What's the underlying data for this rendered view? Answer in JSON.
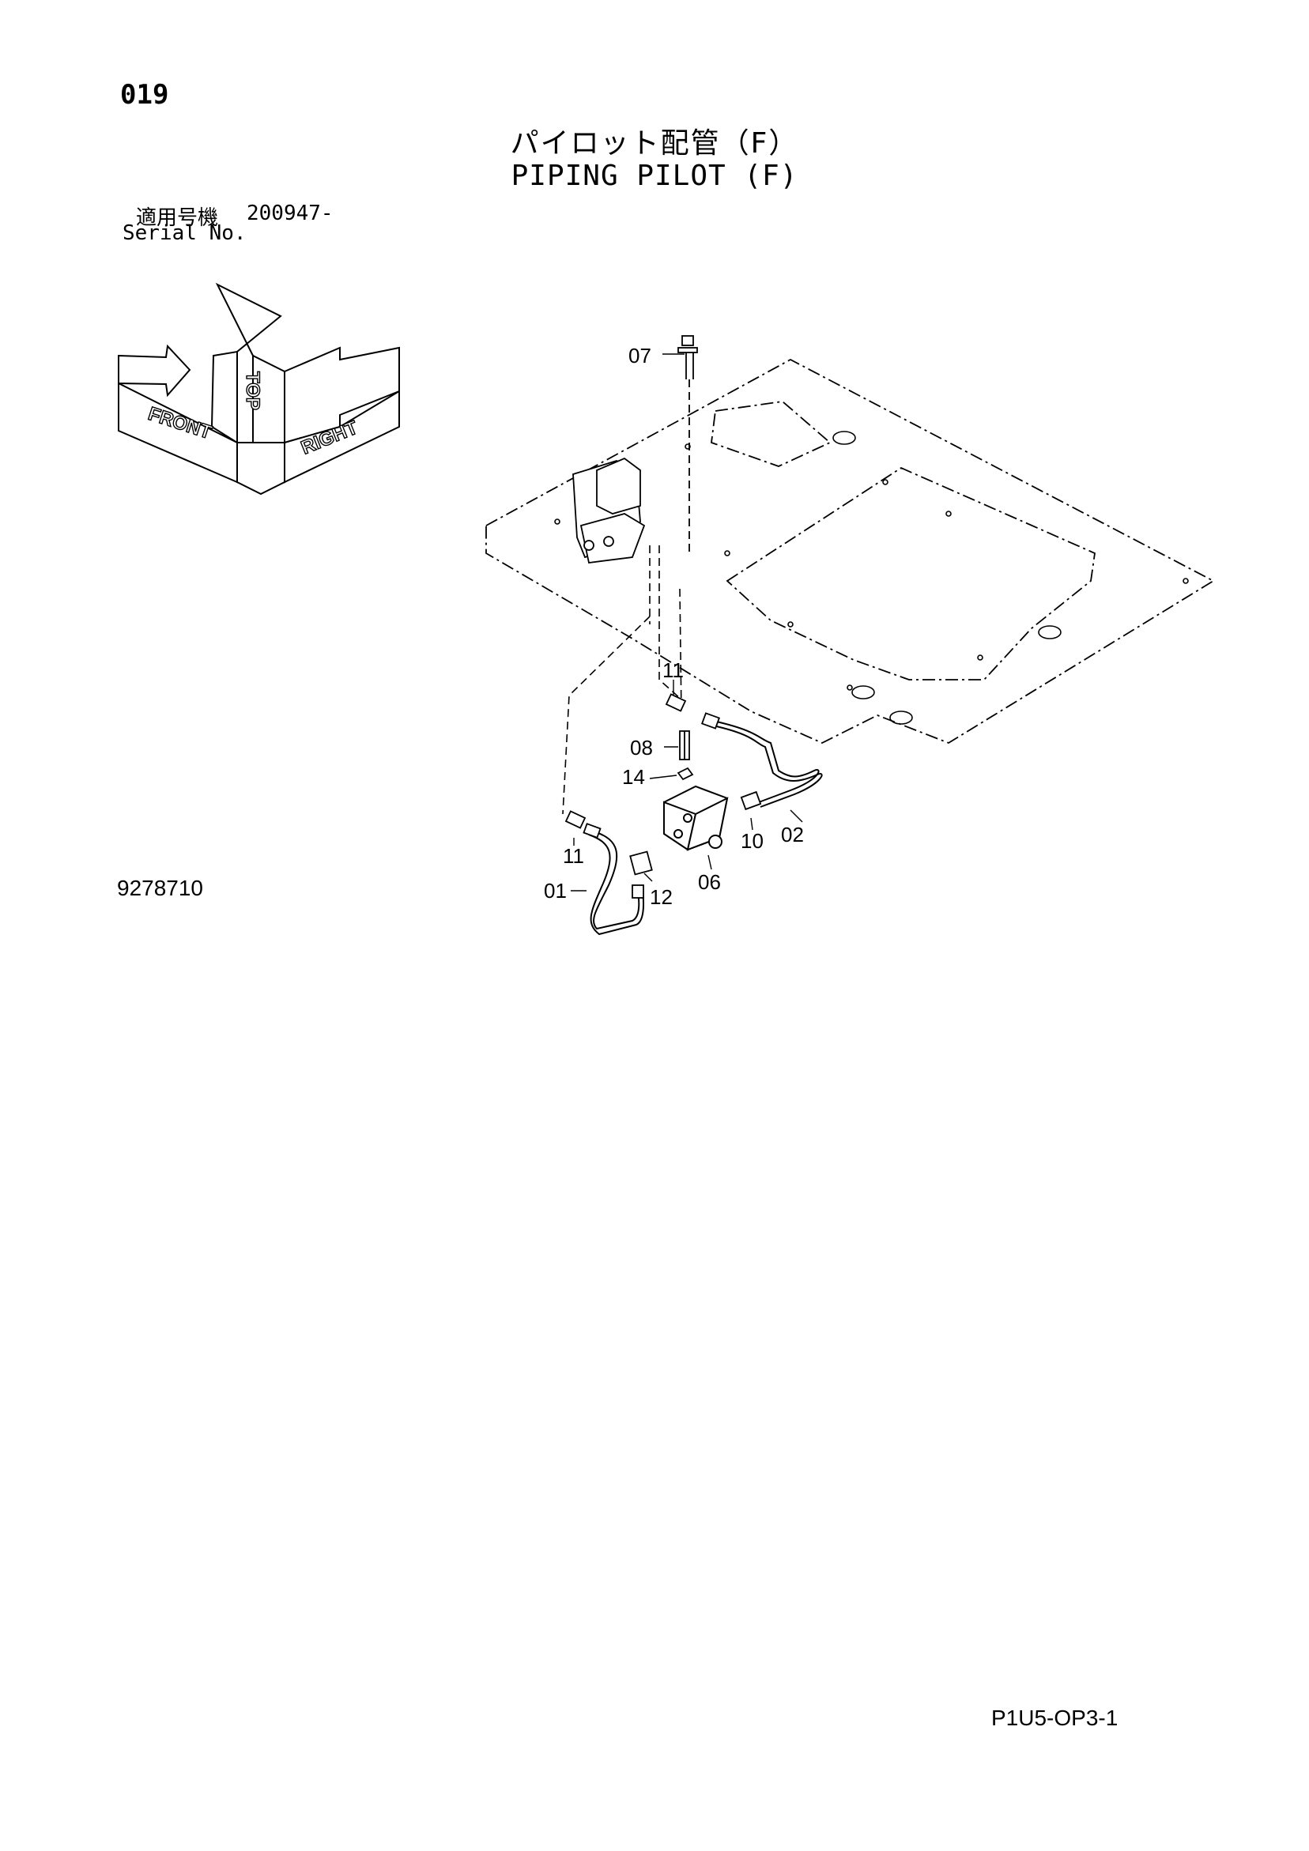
{
  "header": {
    "page_number": "019",
    "title_jp": "パイロット配管（F）",
    "title_en": "PIPING PILOT (F)",
    "serial_label_jp": "適用号機",
    "serial_value": "200947-",
    "serial_label_en": "Serial No."
  },
  "orientation": {
    "front": "FRONT",
    "top": "TOP",
    "right": "RIGHT"
  },
  "callouts": {
    "c07": "07",
    "c11a": "11",
    "c08": "08",
    "c14": "14",
    "c11b": "11",
    "c10": "10",
    "c02": "02",
    "c06": "06",
    "c12": "12",
    "c01": "01"
  },
  "footer": {
    "figure_number": "9278710",
    "page_code": "P1U5-OP3-1"
  }
}
